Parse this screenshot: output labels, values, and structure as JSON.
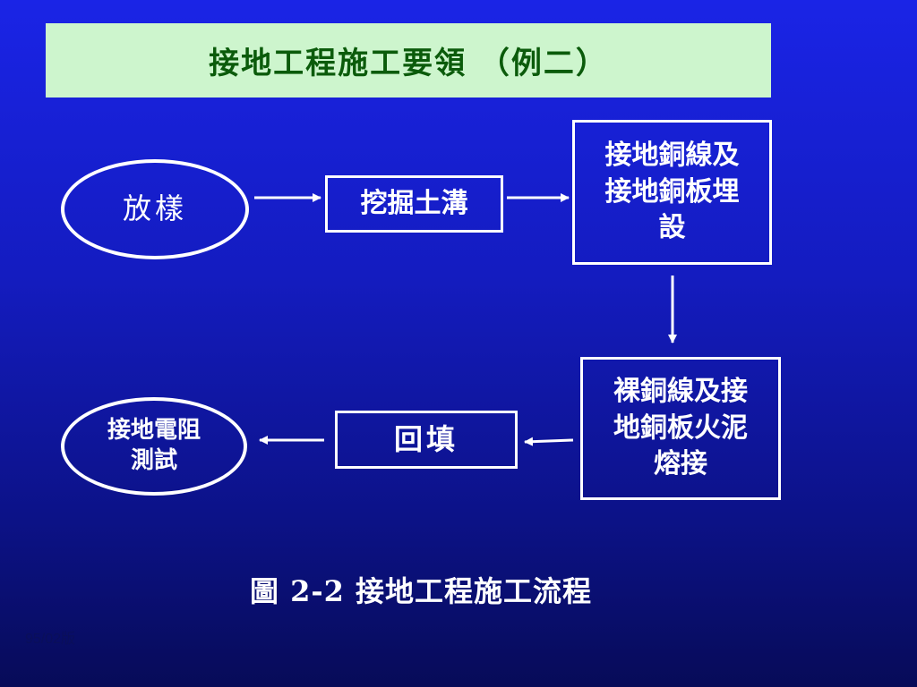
{
  "title": "接地工程施工要領 （例二）",
  "nodes": {
    "fangyang": "放樣",
    "dig": "挖掘土溝",
    "bury": "接地銅線及\n接地銅板埋\n設",
    "weld": "裸銅線及接\n地銅板火泥\n熔接",
    "backfill": "回填",
    "test": "接地電阻\n測試"
  },
  "caption": "圖 2-2 接地工程施工流程",
  "footer": "95/02版",
  "colors": {
    "background": "#141cc0",
    "title_bg": "#cdf5cd",
    "title_text": "#0b5b0b",
    "stroke": "#ffffff"
  }
}
